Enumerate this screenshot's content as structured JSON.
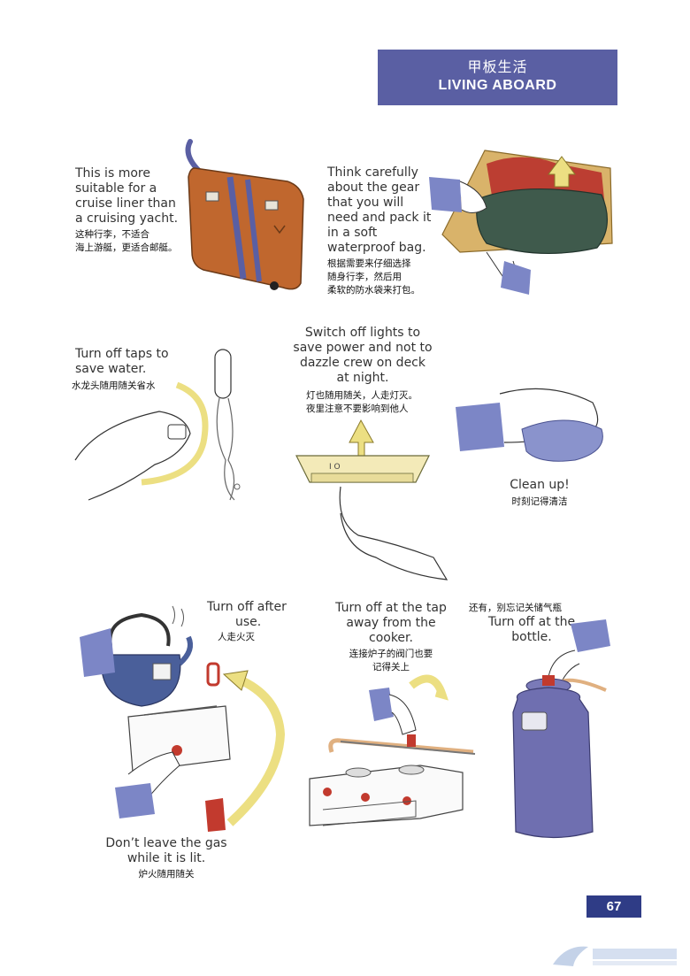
{
  "header": {
    "title_zh": "甲板生活",
    "title_en": "LIVING ABOARD",
    "bg_color": "#5a5fa3"
  },
  "tips": {
    "suitcase": {
      "en": [
        "This is more",
        "suitable for a",
        "cruise liner than",
        "a cruising yacht."
      ],
      "zh": [
        "这种行李，不适合",
        "海上游艇，更适合邮艇。"
      ]
    },
    "gear": {
      "en": [
        "Think carefully",
        "about the gear",
        "that you will",
        "need and pack it",
        "in a soft",
        "waterproof bag."
      ],
      "zh": [
        "根据需要来仔细选择",
        "随身行李，然后用",
        "柔软的防水袋来打包。"
      ]
    },
    "taps": {
      "en": [
        "Turn off taps to",
        "save water."
      ],
      "zh": [
        "水龙头随用随关省水"
      ]
    },
    "lights": {
      "en": [
        "Switch off lights to",
        "save power and not to",
        "dazzle crew on deck",
        "at night."
      ],
      "zh": [
        "灯也随用随关，人走灯灭。",
        "夜里注意不要影响到他人"
      ]
    },
    "clean": {
      "en": [
        "Clean up!"
      ],
      "zh": [
        "时刻记得清洁"
      ]
    },
    "after_use": {
      "en": [
        "Turn off after",
        "use."
      ],
      "zh": [
        "人走火灭"
      ]
    },
    "tap_cooker": {
      "en": [
        "Turn off at the tap",
        "away from the",
        "cooker."
      ],
      "zh": [
        "连接炉子的阀门也要",
        "记得关上"
      ]
    },
    "bottle": {
      "zh": [
        "还有，别忘记关储气瓶"
      ],
      "en": [
        "Turn off at the",
        "bottle."
      ]
    },
    "gas_lit": {
      "en": [
        "Don’t leave the gas",
        "while it is lit."
      ],
      "zh": [
        "炉火随用随关"
      ]
    }
  },
  "page_number": "67",
  "colors": {
    "accent": "#2f3c86",
    "suitcase": "#c0672e",
    "bag": "#3f5a4c",
    "kettle": "#4a5f9a",
    "bottle": "#6f6fb0",
    "arrow": "#ecdf82"
  }
}
